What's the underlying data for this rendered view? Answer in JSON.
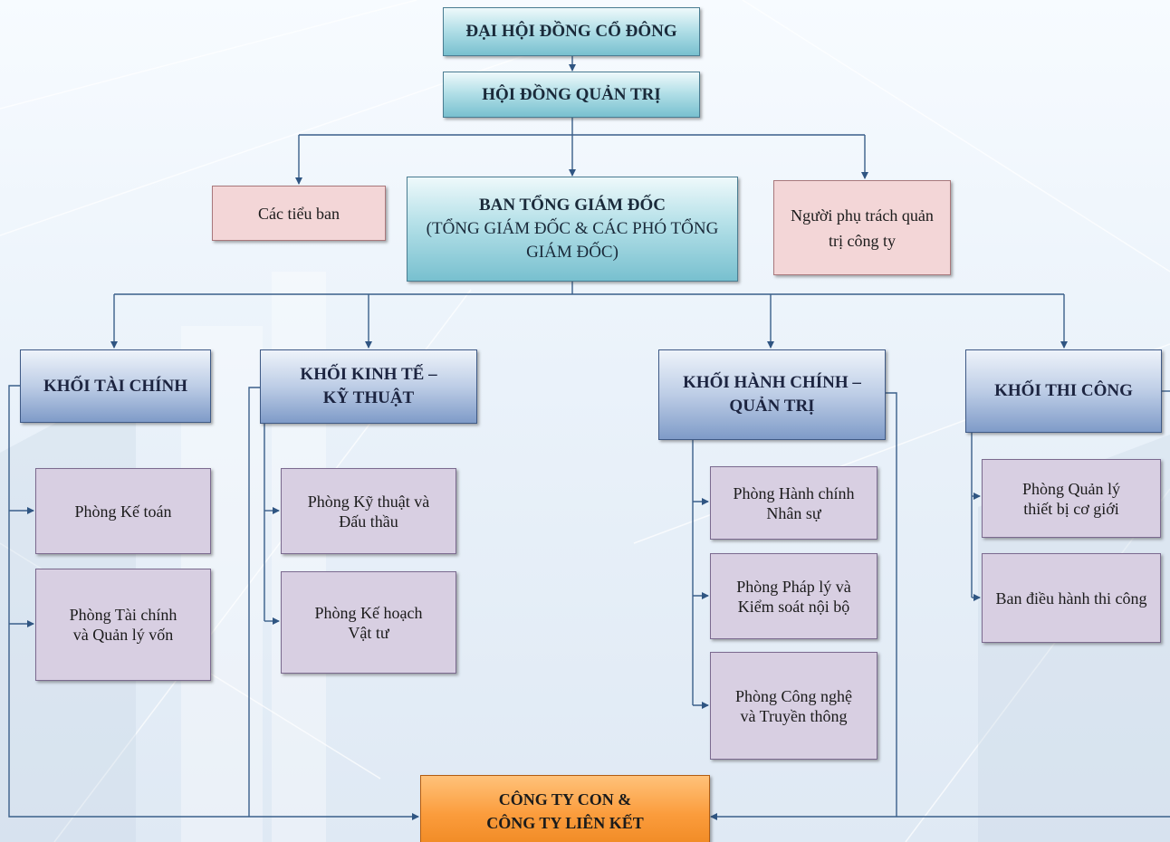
{
  "org_chart": {
    "shareholders_meeting": "ĐẠI HỘI ĐỒNG CỔ ĐÔNG",
    "board_of_directors": "HỘI ĐỒNG QUẢN TRỊ",
    "subcommittees": "Các tiểu ban",
    "executive_board": {
      "title": "BAN TỔNG GIÁM ĐỐC",
      "line2": "(TỔNG GIÁM ĐỐC & CÁC PHÓ TỔNG",
      "line3": "GIÁM ĐỐC)"
    },
    "governance_officer": {
      "line1": "Người phụ trách quản",
      "line2": "trị công ty"
    },
    "finance_division": {
      "title": "KHỐI TÀI CHÍNH",
      "departments": [
        {
          "line1": "Phòng Kế toán"
        },
        {
          "line1": "Phòng Tài chính",
          "line2": "và Quản lý vốn"
        }
      ]
    },
    "economic_technical_division": {
      "title_line1": "KHỐI KINH TẾ –",
      "title_line2": "KỸ THUẬT",
      "departments": [
        {
          "line1": "Phòng Kỹ thuật và",
          "line2": "Đấu thầu"
        },
        {
          "line1": "Phòng Kế hoạch",
          "line2": "Vật tư"
        }
      ]
    },
    "admin_division": {
      "title_line1": "KHỐI HÀNH CHÍNH –",
      "title_line2": "QUẢN TRỊ",
      "departments": [
        {
          "line1": "Phòng Hành chính",
          "line2": "Nhân sự"
        },
        {
          "line1": "Phòng Pháp lý và",
          "line2": "Kiểm soát nội bộ"
        },
        {
          "line1": "Phòng Công nghệ",
          "line2": "và Truyền thông"
        }
      ]
    },
    "construction_division": {
      "title": "KHỐI THI CÔNG",
      "departments": [
        {
          "line1": "Phòng Quản lý",
          "line2": "thiết bị cơ giới"
        },
        {
          "line1": "Ban điều hành thi công"
        }
      ]
    },
    "subsidiaries": {
      "line1": "CÔNG TY CON &",
      "line2": "CÔNG TY LIÊN KẾT"
    }
  },
  "colors": {
    "connector": "#3a5f8a",
    "top_boxes": "#9fd3df",
    "division_boxes": "#a8bde0",
    "department_boxes": "#d8cfe2",
    "side_boxes": "#f3d6d7",
    "subsidiaries_box": "#f99a3a"
  }
}
